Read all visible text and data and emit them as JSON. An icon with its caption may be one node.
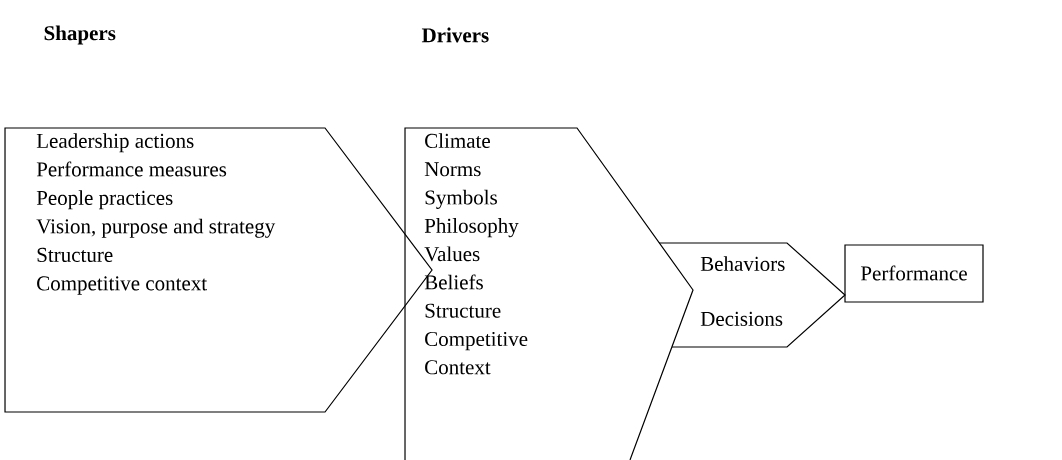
{
  "diagram": {
    "nodes": [
      {
        "text": [
          "Shapers",
          "Leadership actions",
          "Performance measures",
          "People practices",
          "Vision, purpose and strategy",
          "Structure",
          "Competitive context"
        ]
      },
      {
        "text": [
          "Drivers",
          "Climate",
          "Norms",
          "Symbols",
          "Philosophy",
          "Values",
          "Beliefs",
          "Structure",
          "Competitive",
          "Context"
        ]
      },
      {
        "text": [
          "Behaviors",
          "Decisions"
        ]
      },
      {
        "text": [
          "Performance"
        ]
      }
    ]
  }
}
